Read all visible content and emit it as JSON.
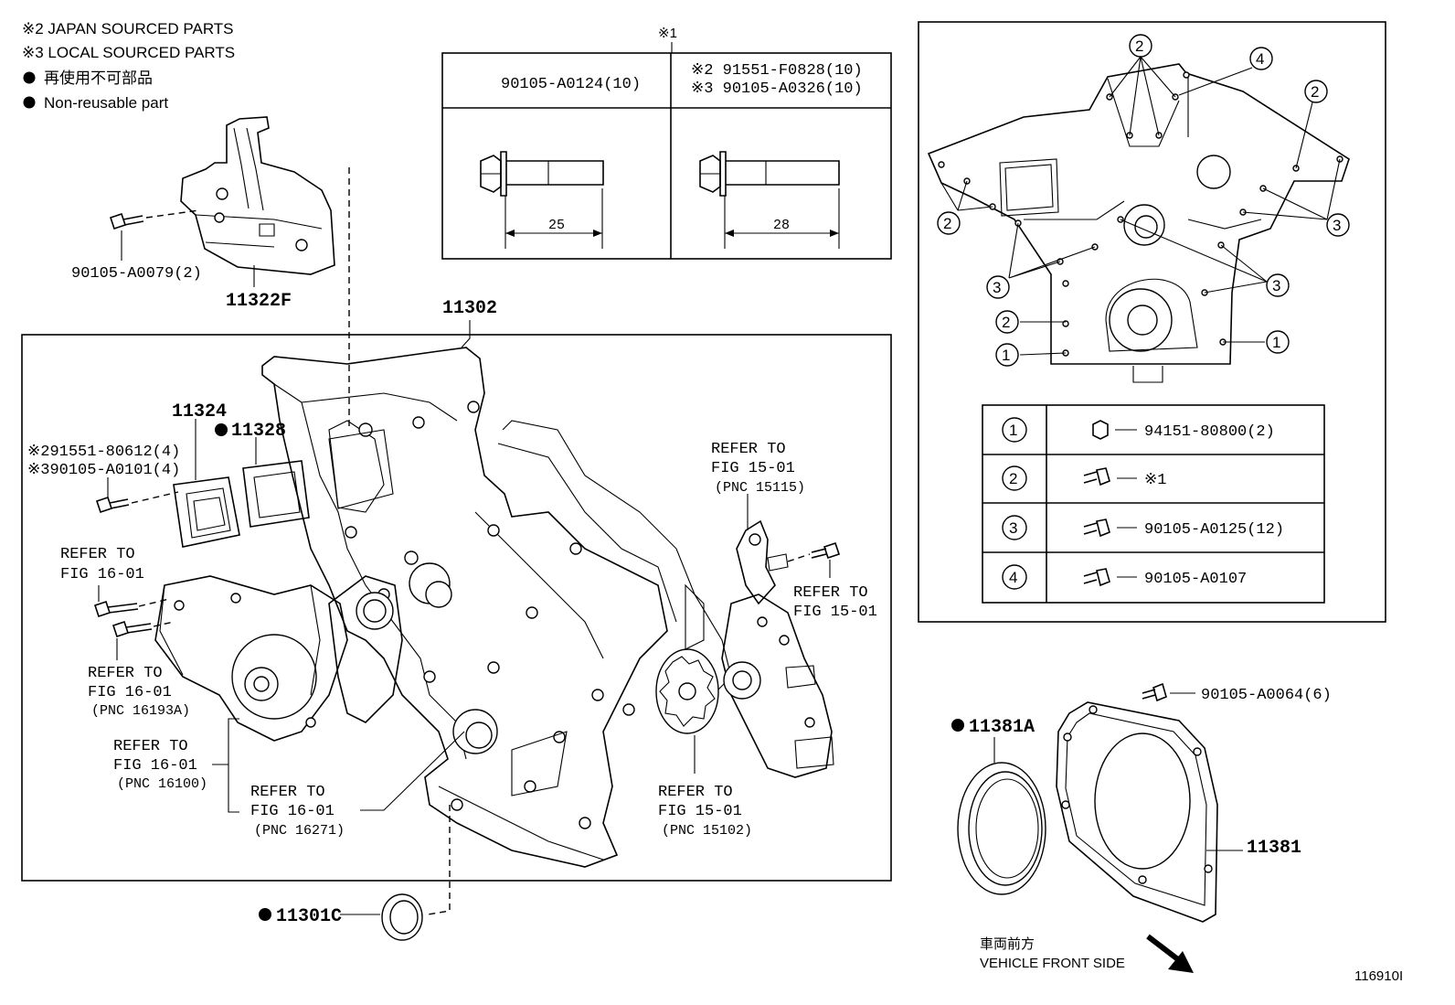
{
  "legend": {
    "line1": "※2 JAPAN SOURCED PARTS",
    "line2": "※3 LOCAL SOURCED PARTS",
    "line3": "再使用不可部品",
    "line4": "Non-reusable part"
  },
  "bolt_table": {
    "mark": "※1",
    "left_part": "90105-A0124(10)",
    "right_part_a": "※2 91551-F0828(10)",
    "right_part_b": "※3 90105-A0326(10)",
    "left_length": "25",
    "right_length": "28"
  },
  "parts": {
    "p90105_a0079": "90105-A0079(2)",
    "p11322f": "11322F",
    "p11302": "11302",
    "p11324": "11324",
    "p11328": "11328",
    "p91551_80612": "※291551-80612(4)",
    "p90105_a0101": "※390105-A0101(4)",
    "p11301c": "11301C",
    "p11381a": "11381A",
    "p11381": "11381",
    "p90105_a0064": "90105-A0064(6)"
  },
  "refers": {
    "r1_a": "REFER TO",
    "r1_b": "FIG 16-01",
    "r2_a": "REFER TO",
    "r2_b": "FIG 16-01",
    "r2_c": "(PNC 16193A)",
    "r3_a": "REFER TO",
    "r3_b": "FIG 16-01",
    "r3_c": "(PNC 16100)",
    "r4_a": "REFER TO",
    "r4_b": "FIG 16-01",
    "r4_c": "(PNC 16271)",
    "r5_a": "REFER TO",
    "r5_b": "FIG 15-01",
    "r5_c": "(PNC 15102)",
    "r6_a": "REFER TO",
    "r6_b": "FIG 15-01",
    "r6_c": "(PNC 15115)",
    "r7_a": "REFER TO",
    "r7_b": "FIG 15-01"
  },
  "bolt_key": {
    "rows": [
      {
        "num": "1",
        "part": "94151-80800(2)"
      },
      {
        "num": "2",
        "part": "※1"
      },
      {
        "num": "3",
        "part": "90105-A0125(12)"
      },
      {
        "num": "4",
        "part": "90105-A0107"
      }
    ],
    "callouts": [
      "2",
      "4",
      "2",
      "2",
      "3",
      "3",
      "3",
      "2",
      "1",
      "1"
    ]
  },
  "direction": {
    "jp": "車両前方",
    "en": "VEHICLE FRONT SIDE"
  },
  "figure_id": "116910I"
}
